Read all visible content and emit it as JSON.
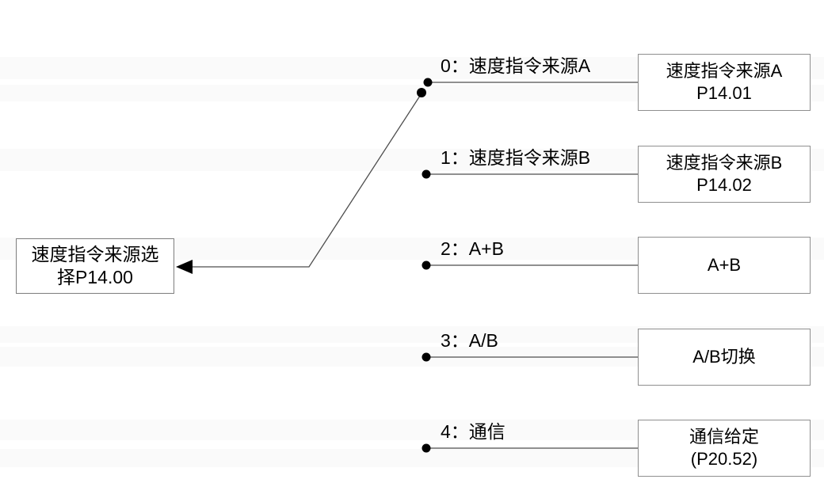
{
  "diagram": {
    "type": "selector-diagram",
    "selector_box": {
      "label_line1": "速度指令来源选",
      "label_line2": "择P14.00",
      "parameter": "P14.00"
    },
    "rows": [
      {
        "option_label": "0：速度指令来源A",
        "target_line1": "速度指令来源A",
        "target_line2": "P14.01"
      },
      {
        "option_label": "1：速度指令来源B",
        "target_line1": "速度指令来源B",
        "target_line2": "P14.02"
      },
      {
        "option_label": "2：A+B",
        "target_line1": "A+B",
        "target_line2": ""
      },
      {
        "option_label": "3：A/B",
        "target_line1": "A/B切换",
        "target_line2": ""
      },
      {
        "option_label": "4：通信",
        "target_line1": "通信给定",
        "target_line2": "(P20.52)"
      }
    ],
    "colors": {
      "background": "#ffffff",
      "connector_line": "#4d4d4d",
      "box_border": "#8f8f8f",
      "dot": "#000000",
      "text": "#000000"
    }
  }
}
